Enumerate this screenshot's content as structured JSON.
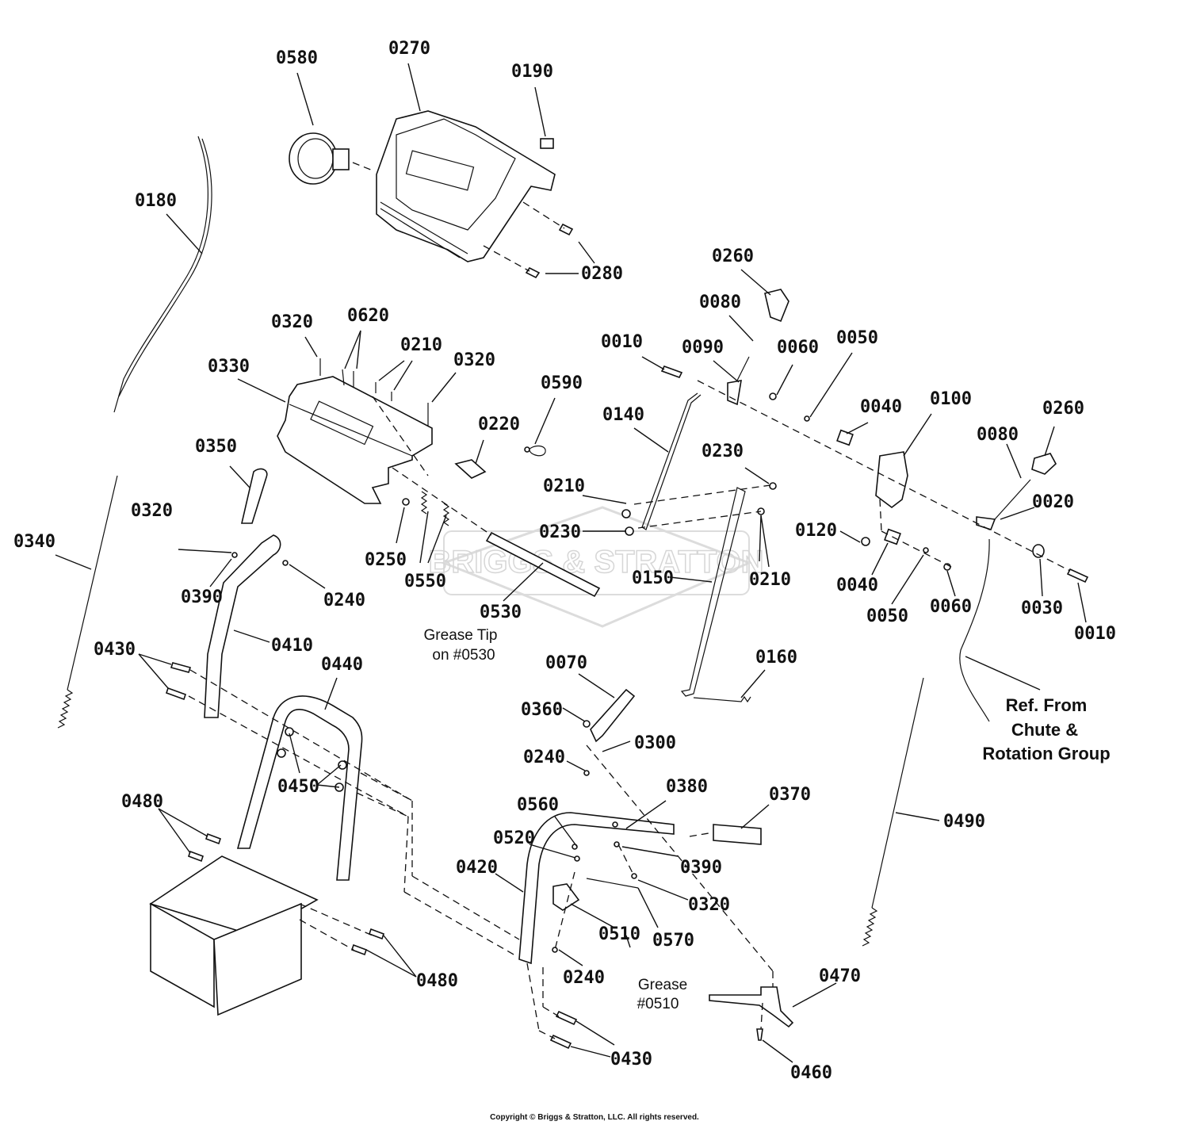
{
  "diagram": {
    "watermark": "BRIGGS & STRATTON",
    "copyright": "Copyright © Briggs & Stratton, LLC. All rights reserved.",
    "notes": {
      "grease_tip_line1": "Grease Tip",
      "grease_tip_line2": "on #0530",
      "grease_line1": "Grease",
      "grease_line2": "#0510",
      "ref_line1": "Ref. From",
      "ref_line2": "Chute &",
      "ref_line3": "Rotation Group"
    },
    "labels": {
      "p0580": "0580",
      "p0270": "0270",
      "p0190": "0190",
      "p0180": "0180",
      "p0280": "0280",
      "p0260a": "0260",
      "p0080a": "0080",
      "p0010a": "0010",
      "p0090": "0090",
      "p0060a": "0060",
      "p0050a": "0050",
      "p0320a": "0320",
      "p0620": "0620",
      "p0210a": "0210",
      "p0330": "0330",
      "p0320b": "0320",
      "p0590": "0590",
      "p0140": "0140",
      "p0040a": "0040",
      "p0100": "0100",
      "p0260b": "0260",
      "p0080b": "0080",
      "p0220": "0220",
      "p0350": "0350",
      "p0230a": "0230",
      "p0210b": "0210",
      "p0020": "0020",
      "p0230b": "0230",
      "p0320c": "0320",
      "p0120": "0120",
      "p0340": "0340",
      "p0250": "0250",
      "p0390a": "0390",
      "p0240a": "0240",
      "p0550": "0550",
      "p0150": "0150",
      "p0210c": "0210",
      "p0040b": "0040",
      "p0050b": "0050",
      "p0060b": "0060",
      "p0030": "0030",
      "p0530": "0530",
      "p0010b": "0010",
      "p0410": "0410",
      "p0430a": "0430",
      "p0440": "0440",
      "p0070": "0070",
      "p0160": "0160",
      "p0360": "0360",
      "p0300": "0300",
      "p0240b": "0240",
      "p0450": "0450",
      "p0380": "0380",
      "p0370": "0370",
      "p0480a": "0480",
      "p0560": "0560",
      "p0490": "0490",
      "p0520": "0520",
      "p0390b": "0390",
      "p0420": "0420",
      "p0320d": "0320",
      "p0510": "0510",
      "p0570": "0570",
      "p0240c": "0240",
      "p0480b": "0480",
      "p0470": "0470",
      "p0430b": "0430",
      "p0460": "0460"
    }
  }
}
